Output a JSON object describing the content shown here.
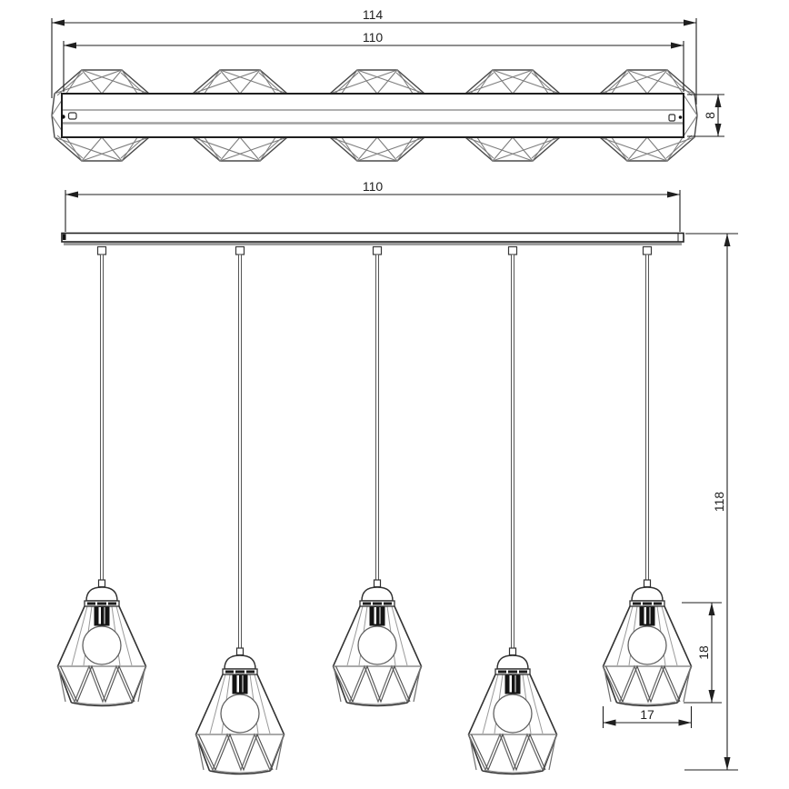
{
  "diagram": {
    "kind": "technical dimension drawing",
    "subject": "linear pendant light fixture with five wire cage shades",
    "views": {
      "top": "plan view of ceiling rail with cage shades",
      "front": "elevation view with hanging shades"
    },
    "shade_count": 5
  },
  "dims": {
    "overall_width": "114",
    "rail_length_top": "110",
    "rail_depth": "8",
    "rail_length_front": "110",
    "drop_height": "118",
    "shade_height": "18",
    "shade_width": "17"
  },
  "colors": {
    "background": "#ffffff",
    "outline": "#2b2b2b",
    "wire_gray": "#7a7a7a",
    "dimension_line": "#1f1f1f",
    "socket_black": "#141414"
  }
}
